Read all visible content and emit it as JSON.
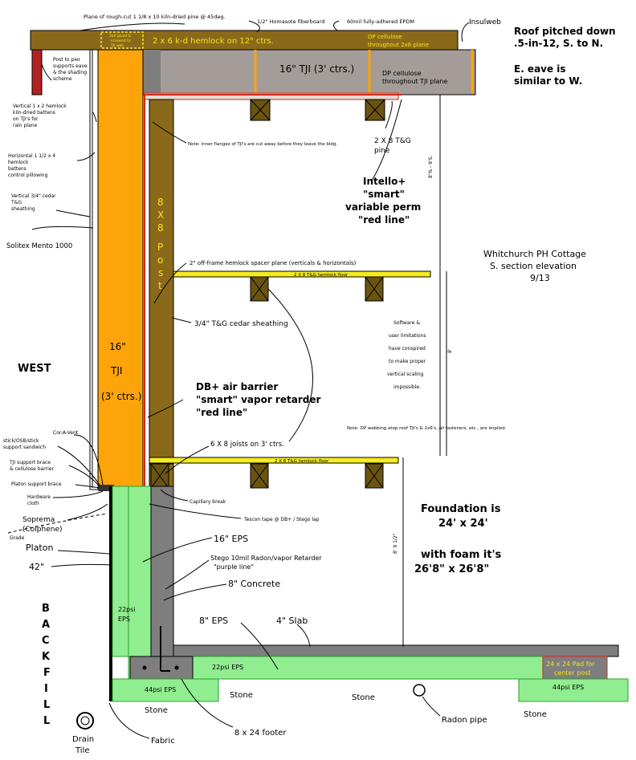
{
  "header": {
    "roof_pitch": [
      "Roof pitched down",
      ".5-in-12, S. to N."
    ],
    "eave_note": [
      "E. eave is",
      "similar to W."
    ],
    "plane_note": "Plane of rough-cut 1 1/8 x 10 kiln-dried pine @ 45deg.",
    "homasote": "1/2\" Homasote fiberboard",
    "epdm": "60mil fully-adhered EPDM",
    "insulweb": "Insulweb"
  },
  "title_block": {
    "lines": [
      "Whitchurch PH Cottage",
      "S. section elevation",
      "9/13"
    ]
  },
  "roof": {
    "joist_label": "2 x 6 k-d hemlock on 12\" ctrs.",
    "glued_note": [
      "2x6 glued &",
      "screwed to",
      "TJI web"
    ],
    "dp_top": [
      "DP cellulose",
      "throughout 2x6 plane"
    ],
    "tji_label": "16\" TJI (3' ctrs.)",
    "dp_tji": [
      "DP cellulose",
      "throughout TJI plane"
    ],
    "flange_note": "Note: inner flanges of TJI's are cut away before they leave the bldg.",
    "pine": [
      "2 X 8 T&G",
      "pine"
    ]
  },
  "wall": {
    "post_label": [
      "8",
      "X",
      "8",
      "P",
      "o",
      "s",
      "t"
    ],
    "tji_label": [
      "16\"",
      "TJI",
      "(3' ctrs.)"
    ],
    "west": "WEST",
    "post_pier": [
      "Post to pier",
      "supports eave",
      "& the shading",
      "scheme"
    ],
    "vertical_battens": [
      "Vertical 1 x 2 hemlock",
      "kiln-dried battens",
      "on TJI's for",
      "rain plane"
    ],
    "horizontal_battens": [
      "Horizontal 1 1/2 x 4",
      "hemlock",
      "battens",
      "control pillowing"
    ],
    "cedar_sheathing": [
      "Vertical 3/4\" cedar",
      "T&G",
      "sheathing"
    ],
    "solitex": "Solitex Mento 1000",
    "spacer_plane": "2\" off-frame hemlock spacer plane (verticals & horizontals)",
    "cedar_inner": "3/4\" T&G cedar sheathing",
    "air_barrier": [
      "DB+ air barrier",
      "\"smart\" vapor retarder",
      "\"red line\""
    ],
    "intello": [
      "Intello+",
      "\"smart\"",
      "variable perm",
      "\"red line\""
    ],
    "joists_note": "6 X 8 joists on 3' ctrs.",
    "cor_a_vent": "Cor-A-Vent",
    "stick_osb": [
      "stick/OSB/stick",
      "support sandwich"
    ],
    "tji_brace": [
      "TJI support brace",
      "& cellulose barrier"
    ],
    "platon_brace": "Platon support brace",
    "hardware_cloth": [
      "Hardware",
      "cloth"
    ],
    "soprema": [
      "Soprema",
      "(Colphene)"
    ],
    "grade": "Grade",
    "platon": "Platon",
    "platon_depth": "42\""
  },
  "floors": {
    "upper_floor": "2 X 8 T&G hemlock floor",
    "lower_floor": "2 X 8 T&G hemlock floor"
  },
  "dims": {
    "upper": "8'% - 9'S.",
    "middle": "8'",
    "lower": "8' 9 1/2\""
  },
  "notes": {
    "software": [
      "Software &",
      "user limitations",
      "have conspired",
      "to make proper",
      "vertical scaling",
      "impossible."
    ],
    "dp_webbing": "Note: DP webbing atop roof TJI's & 2x6's, all fasteners, etc., are implied."
  },
  "foundation": {
    "headline": [
      "Foundation is",
      "24' x 24'"
    ],
    "foam": [
      "with foam it's",
      "26'8\" x 26'8\""
    ],
    "capillary": "Capillary break",
    "tescon": "Tescon tape @ DB+ / Stego lap",
    "eps16": "16\" EPS",
    "stego": [
      "Stego 10mil Radon/vapor Retarder",
      "\"purple line\""
    ],
    "concrete": "8\" Concrete",
    "eps8": "8\" EPS",
    "slab": "4\" Slab",
    "eps22_wall": [
      "22psi",
      "EPS"
    ],
    "eps22_under": "22psi EPS",
    "eps44_left": "44psi EPS",
    "eps44_right": "44psi EPS",
    "pad": [
      "24 x 24 Pad for",
      "center post"
    ],
    "stone": [
      "Stone",
      "Stone",
      "Stone",
      "Stone"
    ],
    "radon_pipe": "Radon pipe",
    "footer": "8 x 24 footer",
    "fabric": "Fabric",
    "drain_tile": [
      "Drain",
      "Tile"
    ],
    "backfill": [
      "B",
      "A",
      "C",
      "K",
      "F",
      "I",
      "L",
      "L"
    ]
  },
  "colors": {
    "tji_orange": "#fca40a",
    "post_brown": "#8a6a1a",
    "roof_grey": "#a49c98",
    "eps_green": "#90ee90",
    "concrete_grey": "#7e7e7e",
    "floor_yellow": "#f4ec1e",
    "red_line": "#d02a1a",
    "olive_joist": "#6a5410"
  }
}
